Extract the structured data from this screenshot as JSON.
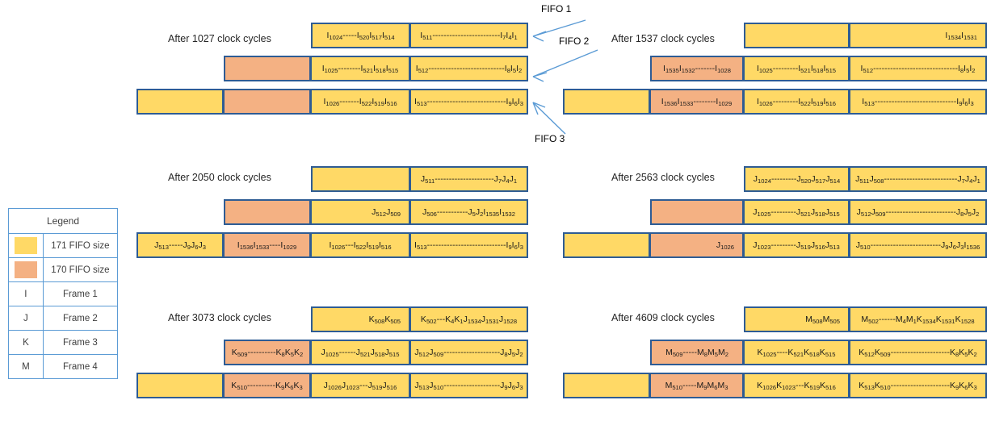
{
  "legend": {
    "title": "Legend",
    "rows": [
      {
        "symbol_type": "swatch",
        "symbol": "yellow",
        "label": "171 FIFO size"
      },
      {
        "symbol_type": "swatch",
        "symbol": "orange",
        "label": "170 FIFO size"
      },
      {
        "symbol_type": "text",
        "symbol": "I",
        "label": "Frame 1"
      },
      {
        "symbol_type": "text",
        "symbol": "J",
        "label": "Frame 2"
      },
      {
        "symbol_type": "text",
        "symbol": "K",
        "label": "Frame 3"
      },
      {
        "symbol_type": "text",
        "symbol": "M",
        "label": "Frame 4"
      }
    ]
  },
  "colors": {
    "fifo_171": "#ffd966",
    "fifo_170": "#f4b183",
    "border": "#2e5c94",
    "legend_border": "#5b9bd5",
    "arrow": "#5b9bd5"
  },
  "callouts": [
    {
      "label": "FIFO 1"
    },
    {
      "label": "FIFO 2"
    },
    {
      "label": "FIFO 3"
    }
  ],
  "groups": [
    {
      "caption": "After 1027 clock cycles",
      "rows": [
        {
          "segments": [
            {
              "color": "yellow",
              "align": "center",
              "text": "I1024-----I520I517I514",
              "subs": "1024|520|517|514"
            },
            {
              "color": "yellow",
              "align": "center",
              "text": "I511------------------------I7I4I1",
              "subs": "511|7|4|1"
            }
          ]
        },
        {
          "segments": [
            {
              "color": "orange",
              "align": "center",
              "text": ""
            },
            {
              "color": "yellow",
              "align": "center",
              "text": "I1025--------I521I518I515",
              "subs": "1025|521|518|515"
            },
            {
              "color": "yellow",
              "align": "center",
              "text": "I512---------------------------I8I5I2",
              "subs": "512|8|5|2"
            }
          ]
        },
        {
          "segments": [
            {
              "color": "yellow",
              "align": "center",
              "text": ""
            },
            {
              "color": "orange",
              "align": "center",
              "text": ""
            },
            {
              "color": "yellow",
              "align": "center",
              "text": "I1026-------I522I519I516",
              "subs": "1026|522|519|516"
            },
            {
              "color": "yellow",
              "align": "center",
              "text": "I513----------------------------I9I6I3",
              "subs": "513|9|6|3"
            }
          ]
        }
      ]
    },
    {
      "caption": "After 1537 clock cycles",
      "rows": [
        {
          "segments": [
            {
              "color": "yellow",
              "align": "center",
              "text": ""
            },
            {
              "color": "yellow",
              "align": "right",
              "text": "I1534I1531",
              "subs": "1534|1531"
            }
          ]
        },
        {
          "segments": [
            {
              "color": "orange",
              "align": "center",
              "text": "I1535I1532-------I1028",
              "subs": "1535|1532|1028"
            },
            {
              "color": "yellow",
              "align": "center",
              "text": "I1025---------I521I518I515",
              "subs": "1025|521|518|515"
            },
            {
              "color": "yellow",
              "align": "center",
              "text": "I512------------------------------I8I5I2",
              "subs": "512|8|5|2"
            }
          ]
        },
        {
          "segments": [
            {
              "color": "yellow",
              "align": "center",
              "text": ""
            },
            {
              "color": "orange",
              "align": "center",
              "text": "I1536I1533--------I1029",
              "subs": "1536|1533|1029"
            },
            {
              "color": "yellow",
              "align": "center",
              "text": "I1026---------I522I519I516",
              "subs": "1026|522|519|516"
            },
            {
              "color": "yellow",
              "align": "center",
              "text": "I513-----------------------------I9I6I3",
              "subs": "513|9|6|3"
            }
          ]
        }
      ]
    },
    {
      "caption": "After 2050 clock cycles",
      "rows": [
        {
          "segments": [
            {
              "color": "yellow",
              "align": "center",
              "text": ""
            },
            {
              "color": "yellow",
              "align": "center",
              "text": "J511---------------------J7J4J1",
              "subs": "511|7|4|1"
            }
          ]
        },
        {
          "segments": [
            {
              "color": "orange",
              "align": "center",
              "text": ""
            },
            {
              "color": "yellow",
              "align": "right",
              "text": "J512J509",
              "subs": "512|509"
            },
            {
              "color": "yellow",
              "align": "center",
              "text": "J506-----------J5J2I1535I1532",
              "subs": "506|5|2|1535|1532"
            }
          ]
        },
        {
          "segments": [
            {
              "color": "yellow",
              "align": "center",
              "text": "J513-----J9J6J3",
              "subs": "513|9|6|3"
            },
            {
              "color": "orange",
              "align": "center",
              "text": "I1536I1533----I1029",
              "subs": "1536|1533|1029"
            },
            {
              "color": "yellow",
              "align": "center",
              "text": "I1026---I522I519I516",
              "subs": "1026|522|519|516"
            },
            {
              "color": "yellow",
              "align": "center",
              "text": "I513----------------------------I9I6I3",
              "subs": "513|9|6|3"
            }
          ]
        }
      ]
    },
    {
      "caption": "After 2563 clock cycles",
      "rows": [
        {
          "segments": [
            {
              "color": "yellow",
              "align": "center",
              "text": "J1024---------J520J517J514",
              "subs": "1024|520|517|514"
            },
            {
              "color": "yellow",
              "align": "center",
              "text": "J511J508--------------------------J7J4J1",
              "subs": "511|508|7|4|1"
            }
          ]
        },
        {
          "segments": [
            {
              "color": "orange",
              "align": "center",
              "text": ""
            },
            {
              "color": "yellow",
              "align": "center",
              "text": "J1025---------J521J518J515",
              "subs": "1025|521|518|515"
            },
            {
              "color": "yellow",
              "align": "center",
              "text": "J512J509-------------------------J8J5J2",
              "subs": "512|509|8|5|2"
            }
          ]
        },
        {
          "segments": [
            {
              "color": "yellow",
              "align": "center",
              "text": ""
            },
            {
              "color": "orange",
              "align": "right",
              "text": "J1026",
              "subs": "1026"
            },
            {
              "color": "yellow",
              "align": "center",
              "text": "J1023---------J519J516J513",
              "subs": "1023|519|516|513"
            },
            {
              "color": "yellow",
              "align": "center",
              "text": "J510-------------------------J9J6J3I1536",
              "subs": "510|9|6|3|1536"
            }
          ]
        }
      ]
    },
    {
      "caption": "After 3073 clock cycles",
      "rows": [
        {
          "segments": [
            {
              "color": "yellow",
              "align": "right",
              "text": "K508K505",
              "subs": "508|505"
            },
            {
              "color": "yellow",
              "align": "center",
              "text": "K502---K4K1J1534J1531J1528",
              "subs": "502|4|1|1534|1531|1528"
            }
          ]
        },
        {
          "segments": [
            {
              "color": "orange",
              "align": "center",
              "text": "K509----------K8K5K2",
              "subs": "509|8|5|2"
            },
            {
              "color": "yellow",
              "align": "center",
              "text": "J1025------J521J518J515",
              "subs": "1025|521|518|515"
            },
            {
              "color": "yellow",
              "align": "center",
              "text": "J512J509--------------------J8J5J2",
              "subs": "512|509|8|5|2"
            }
          ]
        },
        {
          "segments": [
            {
              "color": "yellow",
              "align": "center",
              "text": ""
            },
            {
              "color": "orange",
              "align": "center",
              "text": "K510----------K9K6K3",
              "subs": "510|9|6|3"
            },
            {
              "color": "yellow",
              "align": "center",
              "text": "J1026J1023---J519J516",
              "subs": "1026|1023|519|516"
            },
            {
              "color": "yellow",
              "align": "center",
              "text": "J513J510--------------------J9J6J3",
              "subs": "513|510|9|6|3"
            }
          ]
        }
      ]
    },
    {
      "caption": "After 4609 clock cycles",
      "rows": [
        {
          "segments": [
            {
              "color": "yellow",
              "align": "right",
              "text": "M508M505",
              "subs": "508|505"
            },
            {
              "color": "yellow",
              "align": "center",
              "text": "M502------M4M1K1534K1531K1528",
              "subs": "502|4|1|1534|1531|1528"
            }
          ]
        },
        {
          "segments": [
            {
              "color": "orange",
              "align": "center",
              "text": "M509-----M8M5M2",
              "subs": "509|8|5|2"
            },
            {
              "color": "yellow",
              "align": "center",
              "text": "K1025----K521K518K515",
              "subs": "1025|521|518|515"
            },
            {
              "color": "yellow",
              "align": "center",
              "text": "K512K509---------------------K8K5K2",
              "subs": "512|509|8|5|2"
            }
          ]
        },
        {
          "segments": [
            {
              "color": "yellow",
              "align": "center",
              "text": ""
            },
            {
              "color": "orange",
              "align": "center",
              "text": "M510-----M9M6M3",
              "subs": "510|9|6|3"
            },
            {
              "color": "yellow",
              "align": "center",
              "text": "K1026K1023---K519K516",
              "subs": "1026|1023|519|516"
            },
            {
              "color": "yellow",
              "align": "center",
              "text": "K513K510---------------------K9K6K3",
              "subs": "513|510|9|6|3"
            }
          ]
        }
      ]
    }
  ]
}
